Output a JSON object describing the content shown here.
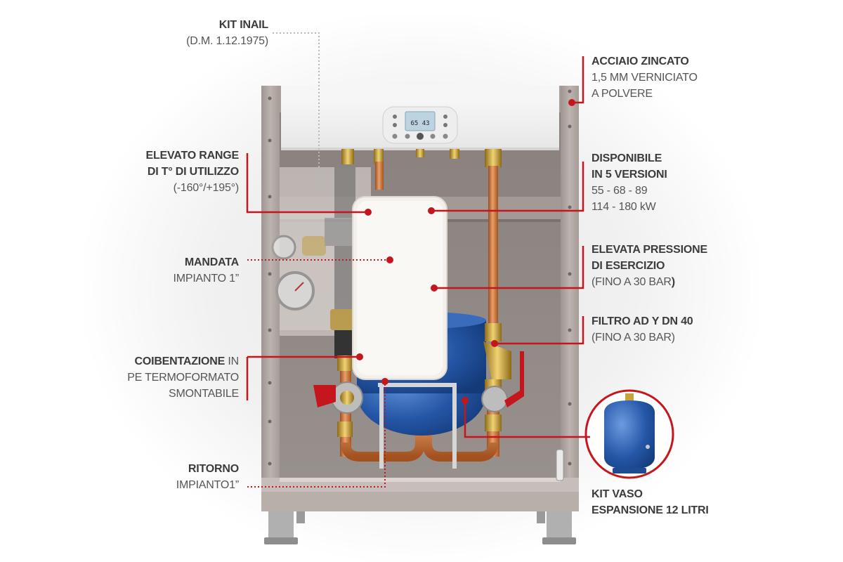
{
  "labels": {
    "kit_inail": {
      "title": "KIT INAIL",
      "sub": "(D.M. 1.12.1975)"
    },
    "acciaio": {
      "title": "ACCIAIO ZINCATO",
      "line2": "1,5 MM VERNICIATO",
      "line3": "A POLVERE"
    },
    "range": {
      "line1": "ELEVATO RANGE",
      "line2": "DI T° DI UTILIZZO",
      "line3": "(-160°/+195°)"
    },
    "disponibile": {
      "line1": "DISPONIBILE",
      "line2": "IN 5 VERSIONI",
      "line3": "55 - 68 - 89",
      "line4": "114 - 180 kW"
    },
    "mandata": {
      "title": "MANDATA",
      "sub": "IMPIANTO 1”"
    },
    "pressione": {
      "line1": "ELEVATA PRESSIONE",
      "line2": "DI ESERCIZIO",
      "line3": "(FINO A 30 BAR",
      "line3_end": ")"
    },
    "filtro": {
      "title": "FILTRO AD Y DN 40",
      "sub": "(FINO A 30 BAR)"
    },
    "coibentazione": {
      "bold": "COIBENTAZIONE",
      "rest": " IN",
      "line2": "PE TERMOFORMATO",
      "line3": "SMONTABILE"
    },
    "ritorno": {
      "title": "RITORNO",
      "sub": "IMPIANTO1”"
    },
    "vaso": {
      "line1": "KIT VASO",
      "line2": "ESPANSIONE 12 LITRI"
    }
  },
  "display": {
    "reading": "65 43"
  },
  "colors": {
    "accent": "#c4161c",
    "cabinet": "#b5aaa5",
    "back_panel": "#8e8683",
    "copper": "#c8743c",
    "tank_blue": "#2456a6",
    "brass": "#c9a33a",
    "label_text": "#555555"
  }
}
